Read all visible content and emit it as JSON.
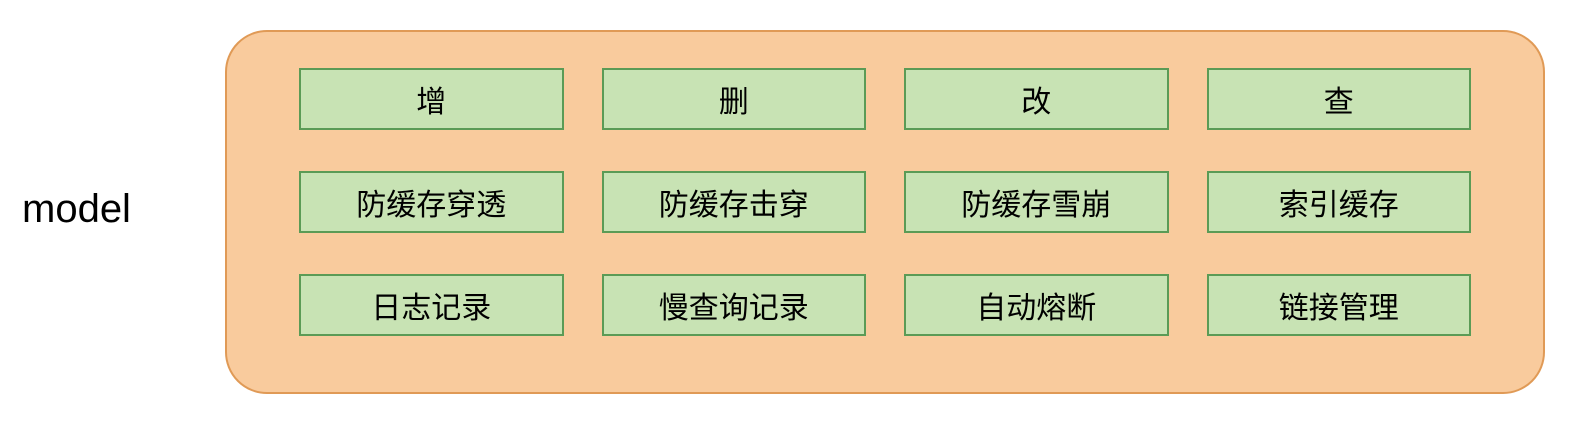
{
  "diagram": {
    "label": "model",
    "rows": [
      {
        "cells": [
          "增",
          "删",
          "改",
          "查"
        ]
      },
      {
        "cells": [
          "防缓存穿透",
          "防缓存击穿",
          "防缓存雪崩",
          "索引缓存"
        ]
      },
      {
        "cells": [
          "日志记录",
          "慢查询记录",
          "自动熔断",
          "链接管理"
        ]
      }
    ]
  },
  "colors": {
    "container_fill": "#f9cb9d",
    "container_border": "#e09a56",
    "node_fill": "#c8e3b4",
    "node_border": "#5b9b56",
    "text_color": "#000000"
  }
}
